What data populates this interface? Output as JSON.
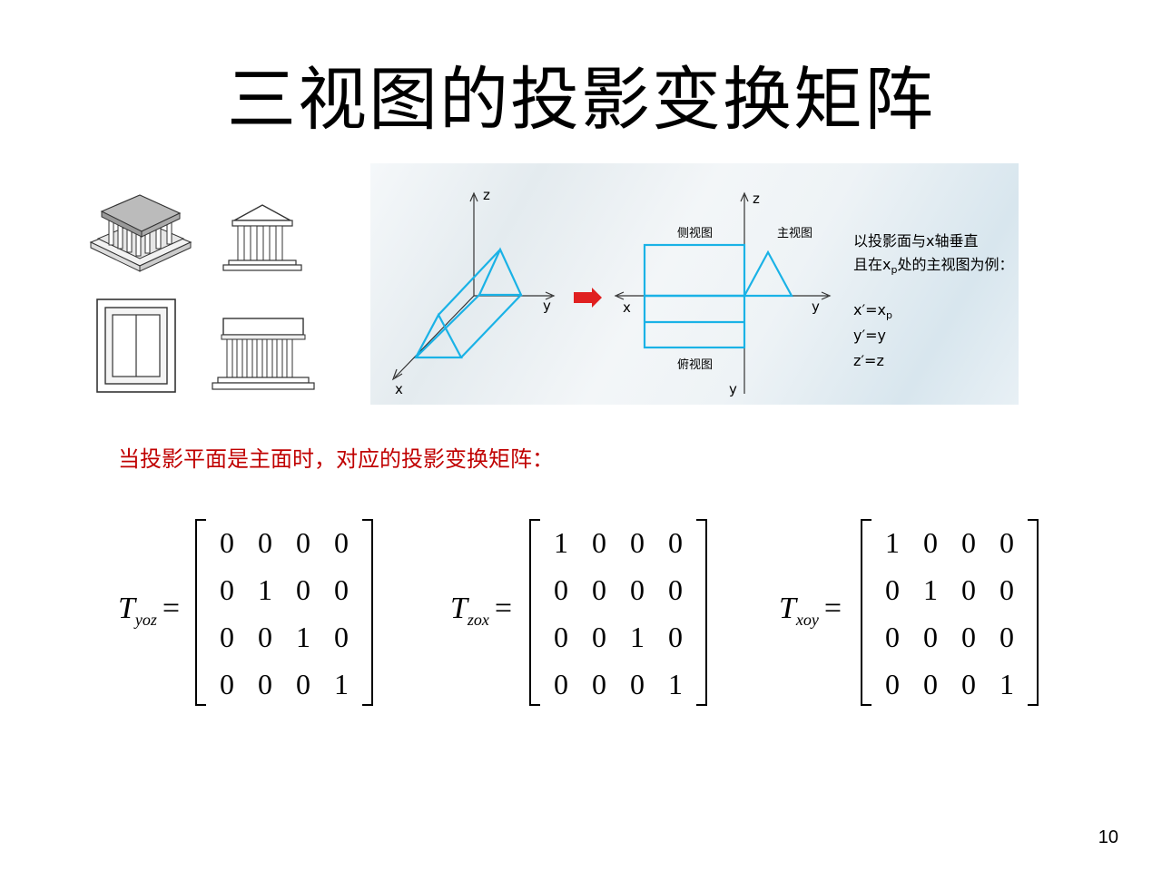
{
  "title": "三视图的投影变换矩阵",
  "figure": {
    "axis_z": "z",
    "axis_y": "y",
    "axis_x": "x",
    "side_view": "侧视图",
    "front_view": "主视图",
    "top_view": "俯视图",
    "note_line1": "以投影面与x轴垂直",
    "note_line2_a": "且在x",
    "note_line2_sub": "p",
    "note_line2_b": "处的主视图为例：",
    "eq1_a": "x′=x",
    "eq1_sub": "p",
    "eq2": "y′=y",
    "eq3": "z′=z",
    "arrow_color": "#e02020",
    "line_color": "#1ab2e6"
  },
  "caption": "当投影平面是主面时，对应的投影变换矩阵：",
  "matrices": [
    {
      "symbol": "T",
      "subscript": "yoz",
      "equals": "=",
      "rows": [
        [
          "0",
          "0",
          "0",
          "0"
        ],
        [
          "0",
          "1",
          "0",
          "0"
        ],
        [
          "0",
          "0",
          "1",
          "0"
        ],
        [
          "0",
          "0",
          "0",
          "1"
        ]
      ]
    },
    {
      "symbol": "T",
      "subscript": "zox",
      "equals": "=",
      "rows": [
        [
          "1",
          "0",
          "0",
          "0"
        ],
        [
          "0",
          "0",
          "0",
          "0"
        ],
        [
          "0",
          "0",
          "1",
          "0"
        ],
        [
          "0",
          "0",
          "0",
          "1"
        ]
      ]
    },
    {
      "symbol": "T",
      "subscript": "xoy",
      "equals": "=",
      "rows": [
        [
          "1",
          "0",
          "0",
          "0"
        ],
        [
          "0",
          "1",
          "0",
          "0"
        ],
        [
          "0",
          "0",
          "0",
          "0"
        ],
        [
          "0",
          "0",
          "0",
          "1"
        ]
      ]
    }
  ],
  "page_number": "10"
}
